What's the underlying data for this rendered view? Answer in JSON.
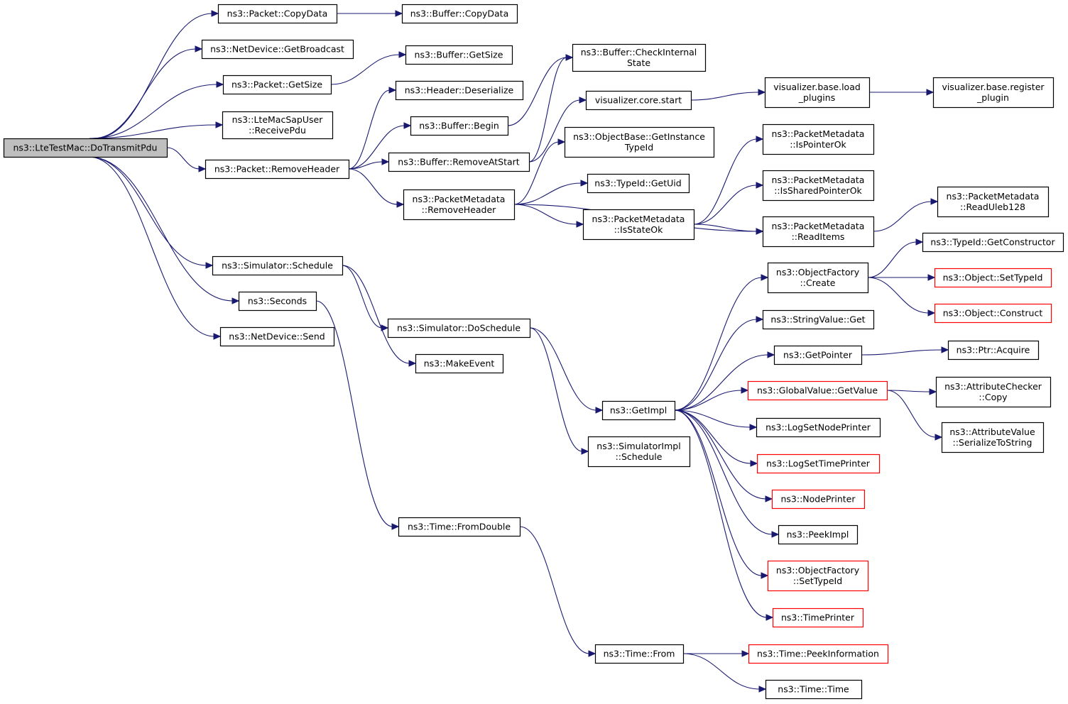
{
  "colors": {
    "edge": "#191970",
    "root_fill": "#bfbfbf",
    "node_border": "#000000",
    "truncated_border": "#ff0000",
    "node_fill": "#ffffff"
  },
  "nodes": [
    {
      "id": "root",
      "lines": [
        "ns3::LteTestMac::DoTransmitPdu"
      ],
      "style": "root"
    },
    {
      "id": "packet_copydata",
      "lines": [
        "ns3::Packet::CopyData"
      ],
      "style": "normal"
    },
    {
      "id": "buffer_copydata",
      "lines": [
        "ns3::Buffer::CopyData"
      ],
      "style": "normal"
    },
    {
      "id": "netdevice_getbroadcast",
      "lines": [
        "ns3::NetDevice::GetBroadcast"
      ],
      "style": "normal"
    },
    {
      "id": "buffer_getsize",
      "lines": [
        "ns3::Buffer::GetSize"
      ],
      "style": "normal"
    },
    {
      "id": "packet_getsize",
      "lines": [
        "ns3::Packet::GetSize"
      ],
      "style": "normal"
    },
    {
      "id": "lte_macsapuser_receivepdu",
      "lines": [
        "ns3::LteMacSapUser",
        "::ReceivePdu"
      ],
      "style": "normal"
    },
    {
      "id": "packet_removeheader",
      "lines": [
        "ns3::Packet::RemoveHeader"
      ],
      "style": "normal"
    },
    {
      "id": "header_deserialize",
      "lines": [
        "ns3::Header::Deserialize"
      ],
      "style": "normal"
    },
    {
      "id": "buffer_begin",
      "lines": [
        "ns3::Buffer::Begin"
      ],
      "style": "normal"
    },
    {
      "id": "buffer_removeatstart",
      "lines": [
        "ns3::Buffer::RemoveAtStart"
      ],
      "style": "normal"
    },
    {
      "id": "buffer_checkinternalstate",
      "lines": [
        "ns3::Buffer::CheckInternal",
        "State"
      ],
      "style": "normal"
    },
    {
      "id": "vis_core_start",
      "lines": [
        "visualizer.core.start"
      ],
      "style": "normal"
    },
    {
      "id": "vis_base_load_plugins",
      "lines": [
        "visualizer.base.load",
        "_plugins"
      ],
      "style": "normal"
    },
    {
      "id": "vis_base_register_plugin",
      "lines": [
        "visualizer.base.register",
        "_plugin"
      ],
      "style": "normal"
    },
    {
      "id": "objectbase_getinstancetypeid",
      "lines": [
        "ns3::ObjectBase::GetInstance",
        "TypeId"
      ],
      "style": "normal"
    },
    {
      "id": "typeid_getuid",
      "lines": [
        "ns3::TypeId::GetUid"
      ],
      "style": "normal"
    },
    {
      "id": "pm_removeheader",
      "lines": [
        "ns3::PacketMetadata",
        "::RemoveHeader"
      ],
      "style": "normal"
    },
    {
      "id": "pm_ispointerok",
      "lines": [
        "ns3::PacketMetadata",
        "::IsPointerOk"
      ],
      "style": "normal"
    },
    {
      "id": "pm_issharedpointerok",
      "lines": [
        "ns3::PacketMetadata",
        "::IsSharedPointerOk"
      ],
      "style": "normal"
    },
    {
      "id": "pm_isstateok",
      "lines": [
        "ns3::PacketMetadata",
        "::IsStateOk"
      ],
      "style": "normal"
    },
    {
      "id": "pm_readitems",
      "lines": [
        "ns3::PacketMetadata",
        "::ReadItems"
      ],
      "style": "normal"
    },
    {
      "id": "pm_readuleb128",
      "lines": [
        "ns3::PacketMetadata",
        "::ReadUleb128"
      ],
      "style": "normal"
    },
    {
      "id": "simulator_schedule",
      "lines": [
        "ns3::Simulator::Schedule"
      ],
      "style": "normal"
    },
    {
      "id": "seconds",
      "lines": [
        "ns3::Seconds"
      ],
      "style": "normal"
    },
    {
      "id": "netdevice_send",
      "lines": [
        "ns3::NetDevice::Send"
      ],
      "style": "normal"
    },
    {
      "id": "simulator_doschedule",
      "lines": [
        "ns3::Simulator::DoSchedule"
      ],
      "style": "normal"
    },
    {
      "id": "makeevent",
      "lines": [
        "ns3::MakeEvent"
      ],
      "style": "normal"
    },
    {
      "id": "getimpl",
      "lines": [
        "ns3::GetImpl"
      ],
      "style": "normal"
    },
    {
      "id": "simulatorimpl_schedule",
      "lines": [
        "ns3::SimulatorImpl",
        "::Schedule"
      ],
      "style": "normal"
    },
    {
      "id": "time_fromdouble",
      "lines": [
        "ns3::Time::FromDouble"
      ],
      "style": "normal"
    },
    {
      "id": "time_from",
      "lines": [
        "ns3::Time::From"
      ],
      "style": "normal"
    },
    {
      "id": "time_peekinformation",
      "lines": [
        "ns3::Time::PeekInformation"
      ],
      "style": "truncated"
    },
    {
      "id": "time_time",
      "lines": [
        "ns3::Time::Time"
      ],
      "style": "normal"
    },
    {
      "id": "objectfactory_create",
      "lines": [
        "ns3::ObjectFactory",
        "::Create"
      ],
      "style": "normal"
    },
    {
      "id": "typeid_getconstructor",
      "lines": [
        "ns3::TypeId::GetConstructor"
      ],
      "style": "normal"
    },
    {
      "id": "object_settypeid",
      "lines": [
        "ns3::Object::SetTypeId"
      ],
      "style": "truncated"
    },
    {
      "id": "object_construct",
      "lines": [
        "ns3::Object::Construct"
      ],
      "style": "truncated"
    },
    {
      "id": "stringvalue_get",
      "lines": [
        "ns3::StringValue::Get"
      ],
      "style": "normal"
    },
    {
      "id": "getpointer",
      "lines": [
        "ns3::GetPointer"
      ],
      "style": "normal"
    },
    {
      "id": "ptr_acquire",
      "lines": [
        "ns3::Ptr::Acquire"
      ],
      "style": "normal"
    },
    {
      "id": "globalvalue_getvalue",
      "lines": [
        "ns3::GlobalValue::GetValue"
      ],
      "style": "truncated"
    },
    {
      "id": "attributechecker_copy",
      "lines": [
        "ns3::AttributeChecker",
        "::Copy"
      ],
      "style": "normal"
    },
    {
      "id": "attributevalue_serializetostring",
      "lines": [
        "ns3::AttributeValue",
        "::SerializeToString"
      ],
      "style": "normal"
    },
    {
      "id": "logsetnodeprinter",
      "lines": [
        "ns3::LogSetNodePrinter"
      ],
      "style": "normal"
    },
    {
      "id": "logsettimeprinter",
      "lines": [
        "ns3::LogSetTimePrinter"
      ],
      "style": "truncated"
    },
    {
      "id": "nodeprinter",
      "lines": [
        "ns3::NodePrinter"
      ],
      "style": "truncated"
    },
    {
      "id": "peekimpl",
      "lines": [
        "ns3::PeekImpl"
      ],
      "style": "normal"
    },
    {
      "id": "objectfactory_settypeid",
      "lines": [
        "ns3::ObjectFactory",
        "::SetTypeId"
      ],
      "style": "truncated"
    },
    {
      "id": "timeprinter",
      "lines": [
        "ns3::TimePrinter"
      ],
      "style": "truncated"
    }
  ],
  "edges": [
    [
      "root",
      "packet_copydata"
    ],
    [
      "root",
      "netdevice_getbroadcast"
    ],
    [
      "root",
      "packet_getsize"
    ],
    [
      "root",
      "lte_macsapuser_receivepdu"
    ],
    [
      "root",
      "packet_removeheader"
    ],
    [
      "root",
      "simulator_schedule"
    ],
    [
      "root",
      "seconds"
    ],
    [
      "root",
      "netdevice_send"
    ],
    [
      "packet_copydata",
      "buffer_copydata"
    ],
    [
      "packet_getsize",
      "buffer_getsize"
    ],
    [
      "packet_removeheader",
      "header_deserialize"
    ],
    [
      "packet_removeheader",
      "buffer_begin"
    ],
    [
      "packet_removeheader",
      "buffer_removeatstart"
    ],
    [
      "packet_removeheader",
      "pm_removeheader"
    ],
    [
      "buffer_begin",
      "buffer_checkinternalstate"
    ],
    [
      "buffer_removeatstart",
      "buffer_checkinternalstate"
    ],
    [
      "buffer_removeatstart",
      "vis_core_start"
    ],
    [
      "vis_core_start",
      "vis_base_load_plugins"
    ],
    [
      "vis_base_load_plugins",
      "vis_base_register_plugin"
    ],
    [
      "pm_removeheader",
      "objectbase_getinstancetypeid"
    ],
    [
      "pm_removeheader",
      "typeid_getuid"
    ],
    [
      "pm_removeheader",
      "pm_isstateok"
    ],
    [
      "pm_removeheader",
      "pm_readitems"
    ],
    [
      "pm_isstateok",
      "pm_ispointerok"
    ],
    [
      "pm_isstateok",
      "pm_issharedpointerok"
    ],
    [
      "pm_isstateok",
      "pm_readitems"
    ],
    [
      "pm_readitems",
      "pm_readuleb128"
    ],
    [
      "simulator_schedule",
      "simulator_doschedule"
    ],
    [
      "simulator_schedule",
      "makeevent"
    ],
    [
      "seconds",
      "time_fromdouble"
    ],
    [
      "simulator_doschedule",
      "getimpl"
    ],
    [
      "simulator_doschedule",
      "simulatorimpl_schedule"
    ],
    [
      "time_fromdouble",
      "time_from"
    ],
    [
      "time_from",
      "time_peekinformation"
    ],
    [
      "time_from",
      "time_time"
    ],
    [
      "getimpl",
      "objectfactory_create"
    ],
    [
      "getimpl",
      "stringvalue_get"
    ],
    [
      "getimpl",
      "getpointer"
    ],
    [
      "getimpl",
      "globalvalue_getvalue"
    ],
    [
      "getimpl",
      "logsetnodeprinter"
    ],
    [
      "getimpl",
      "logsettimeprinter"
    ],
    [
      "getimpl",
      "nodeprinter"
    ],
    [
      "getimpl",
      "peekimpl"
    ],
    [
      "getimpl",
      "objectfactory_settypeid"
    ],
    [
      "getimpl",
      "timeprinter"
    ],
    [
      "objectfactory_create",
      "typeid_getconstructor"
    ],
    [
      "objectfactory_create",
      "object_settypeid"
    ],
    [
      "objectfactory_create",
      "object_construct"
    ],
    [
      "getpointer",
      "ptr_acquire"
    ],
    [
      "globalvalue_getvalue",
      "attributechecker_copy"
    ],
    [
      "globalvalue_getvalue",
      "attributevalue_serializetostring"
    ]
  ]
}
